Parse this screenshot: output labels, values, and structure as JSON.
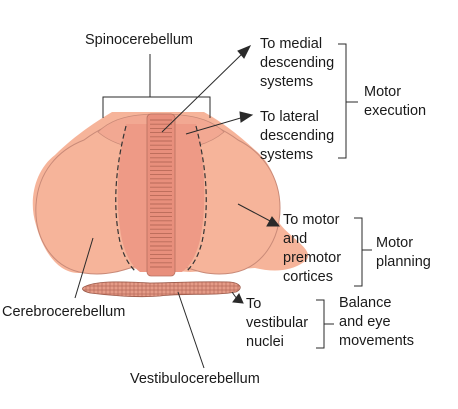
{
  "labels": {
    "spinocerebellum": "Spinocerebellum",
    "cerebrocerebellum": "Cerebrocerebellum",
    "vestibulocerebellum": "Vestibulocerebellum",
    "medial": [
      "To medial",
      "descending",
      "systems"
    ],
    "lateral": [
      "To lateral",
      "descending",
      "systems"
    ],
    "motor_cortices": [
      "To motor",
      "and",
      "premotor",
      "cortices"
    ],
    "vestibular": [
      "To",
      "vestibular",
      "nuclei"
    ]
  },
  "functions": {
    "motor_execution": [
      "Motor",
      "execution"
    ],
    "motor_planning": [
      "Motor",
      "planning"
    ],
    "balance": [
      "Balance",
      "and eye",
      "movements"
    ]
  },
  "colors": {
    "hemisphere": "#f6b49a",
    "vermis": "#ee9a86",
    "flocculonodular": "#d98c7a",
    "outline": "#2a2a2a"
  }
}
